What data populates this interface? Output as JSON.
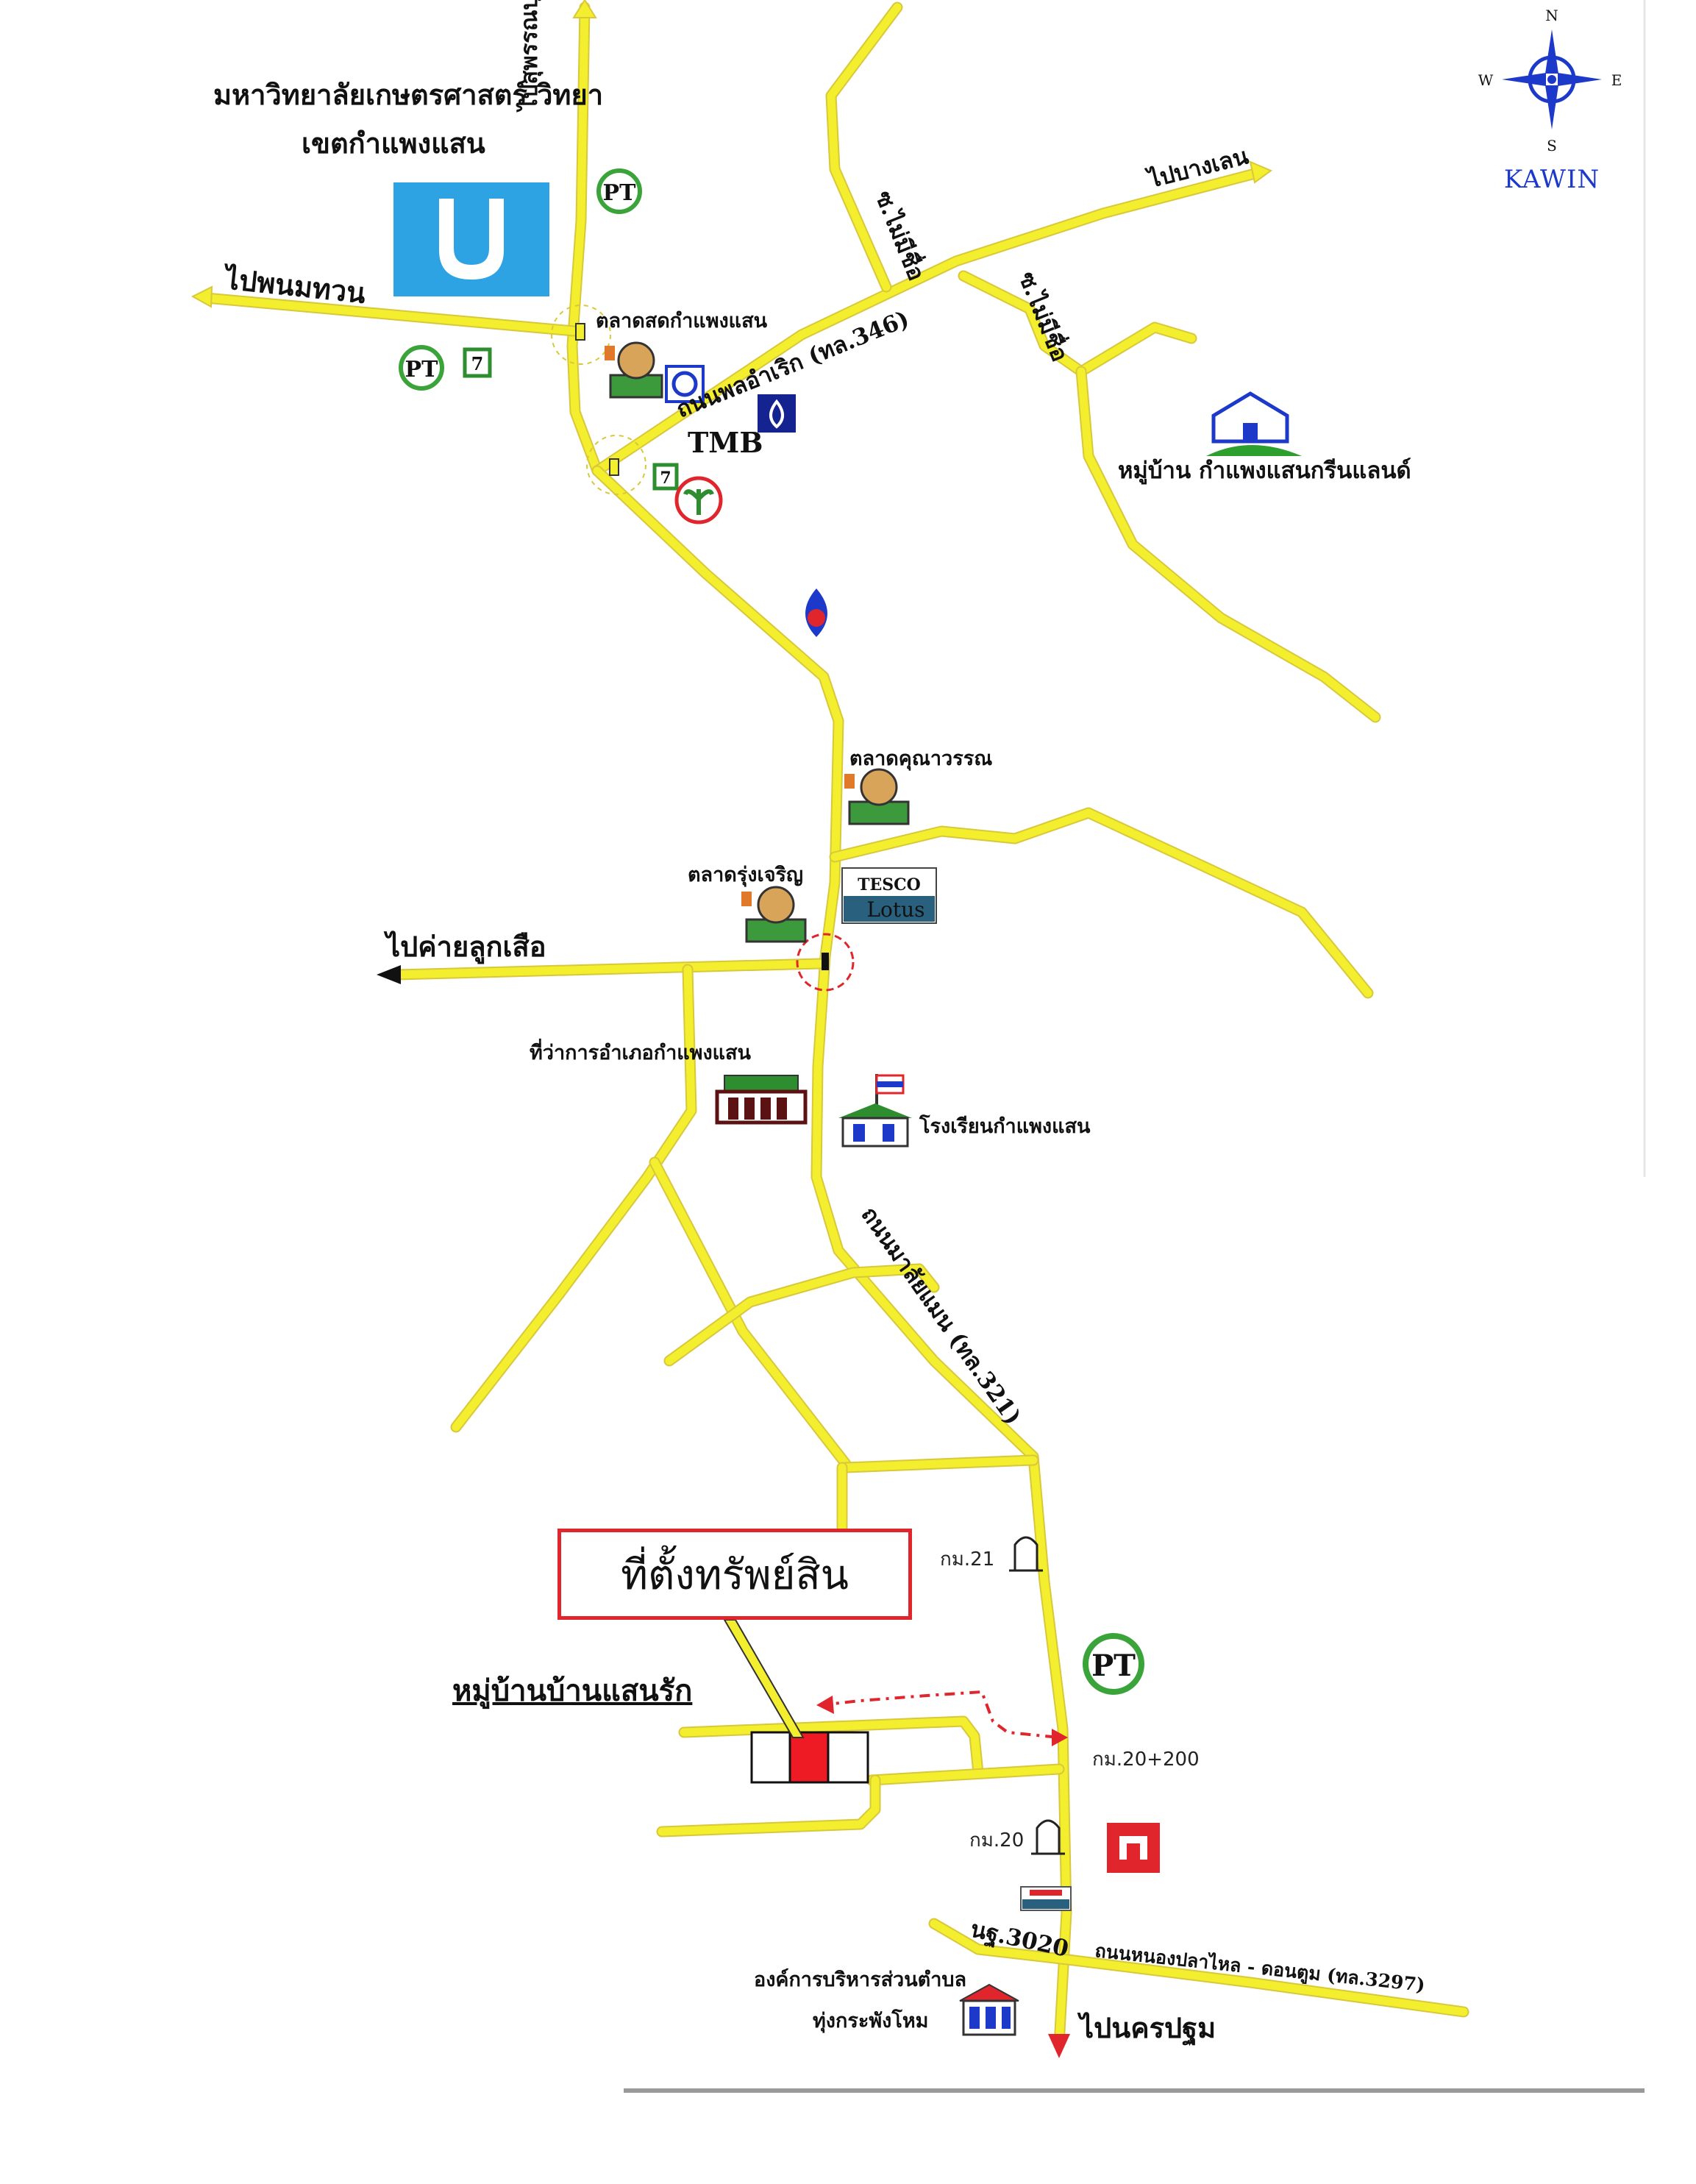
{
  "compass": {
    "north": "N",
    "south": "S",
    "east": "E",
    "west": "W",
    "brand": "KAWIN"
  },
  "labels": {
    "university_line1": "มหาวิทยาลัยเกษตรศาสตร์ วิทยา",
    "university_line2": "เขตกำแพงแสน",
    "to_suphanburi": "ไปสุพรรณบุรี",
    "to_phanom_thuan": "ไปพนมทวน",
    "to_bang_len": "ไปบางเลน",
    "soi_unnamed_1": "ซ.ไม่มีชื่อ",
    "soi_unnamed_2": "ซ.ไม่มีชื่อ",
    "kp_fresh_market": "ตลาดสดกำแพงแสน",
    "road_346": "ถนนพลอำเริก (ทล.346)",
    "tmb": "TMB",
    "green_land_village": "หมู่บ้าน กำแพงแสนกรีนแลนด์",
    "khun_wan_market": "ตลาดคุณาวรรณ",
    "rung_charoen_market": "ตลาดรุ่งเจริญ",
    "tesco_line1": "TESCO",
    "tesco_line2": "Lotus",
    "to_scout_camp": "ไปค่ายลูกเสือ",
    "district_office": "ที่ว่าการอำเภอกำแพงแสน",
    "kp_school": "โรงเรียนกำแพงแสน",
    "road_321": "ถนนมาลัยแมน (ทล.321)",
    "km21": "กม.21",
    "km20_200": "กม.20+200",
    "km20": "กม.20",
    "village_saen_rak": "หมู่บ้านบ้านแสนรัก",
    "nr_3020": "นฐ.3020",
    "road_3297": "ถนนหนองปลาไหล - ดอนตูม (ทล.3297)",
    "tambon_org_line1": "องค์การบริหารส่วนตำบล",
    "tambon_org_line2": "ทุ่งกระพังโหม",
    "to_nakhon_pathom": "ไปนครปฐม"
  },
  "property_label": "ที่ตั้งทรัพย์สิน",
  "colors": {
    "road": "#f3ee2e",
    "property_red": "#ee1b24",
    "university_blue": "#2ea3e4",
    "compass_blue": "#1d39c9",
    "route_red": "#e0262c"
  },
  "icons": [
    "compass-icon",
    "university-logo-icon",
    "pt-gas-icon",
    "seven-eleven-icon",
    "market-icon",
    "bank-icon",
    "tmb-bank-icon",
    "kasikorn-bank-icon",
    "ptt-gas-icon",
    "village-icon",
    "tesco-lotus-icon",
    "government-office-icon",
    "school-icon",
    "milestone-icon",
    "isuzu-icon",
    "traffic-light-icon"
  ]
}
